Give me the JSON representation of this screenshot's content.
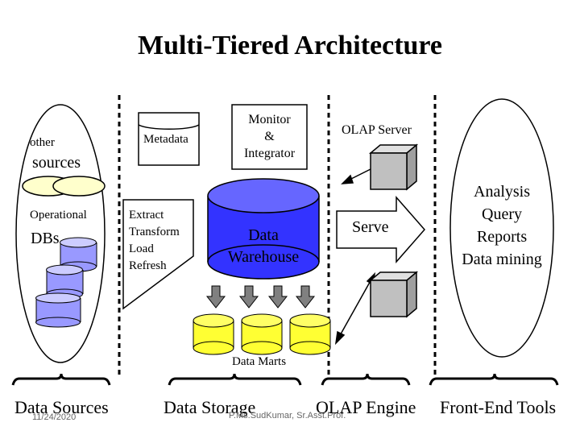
{
  "title": "Multi-Tiered Architecture",
  "sources": {
    "other": "other",
    "sources": "sources",
    "operational": "Operational",
    "dbs": "DBs"
  },
  "metadata": "Metadata",
  "etl": [
    "Extract",
    "Transform",
    "Load",
    "Refresh"
  ],
  "monitor": [
    "Monitor",
    "&",
    "Integrator"
  ],
  "warehouse": [
    "Data",
    "Warehouse"
  ],
  "data_marts": "Data Marts",
  "olap_server": "OLAP Server",
  "serve": "Serve",
  "tools": [
    "Analysis",
    "Query",
    "Reports",
    "Data mining"
  ],
  "footer": {
    "data_sources": "Data Sources",
    "data_storage": "Data Storage",
    "olap_engine": "OLAP Engine",
    "front_end_tools": "Front-End Tools",
    "date": "11/24/2020",
    "author": "P.Ms.SudKumar, Sr.Asst.Prof."
  },
  "colors": {
    "warehouse": "#3333ff",
    "warehouse_top": "#6666ff",
    "db_cylinder": "#9999ff",
    "data_mart": "#ffff33",
    "source_oval": "#ffffcc",
    "cube_face": "#c0c0c0",
    "cube_top": "#e0e0e0",
    "cube_dark": "#a0a0a0",
    "dashed_rule": "#000000"
  }
}
